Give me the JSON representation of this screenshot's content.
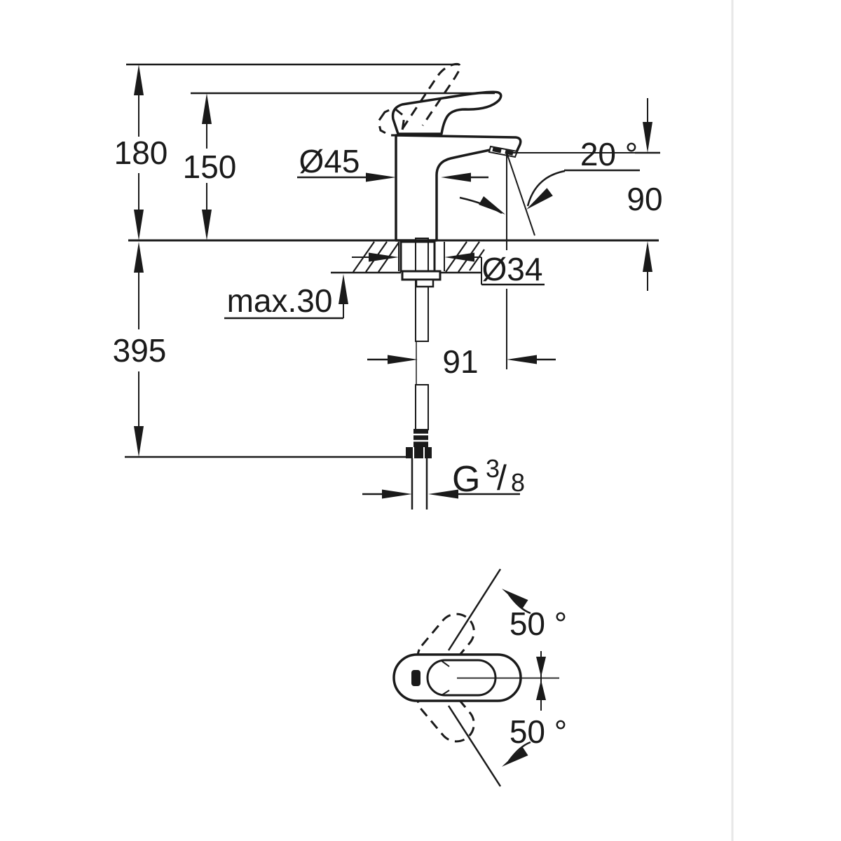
{
  "drawing_labels": {
    "overall_height": "180",
    "lever_height": "150",
    "base_diameter": "Ø45",
    "aerator_angle": "20 °",
    "spout_outlet_height": "90",
    "hole_diameter": "Ø34",
    "max_deck_thickness": "max.30",
    "below_deck_length": "395",
    "spout_reach": "91",
    "thread_prefix": "G",
    "thread_numerator": "3",
    "thread_fraction_slash": "/",
    "thread_denominator": "8",
    "handle_swing_upper": "50 °",
    "handle_swing_lower": "50 °"
  },
  "colors": {
    "ink": "#1a1a1a",
    "background": "#ffffff",
    "panel_divider": "#e7e7e7"
  }
}
